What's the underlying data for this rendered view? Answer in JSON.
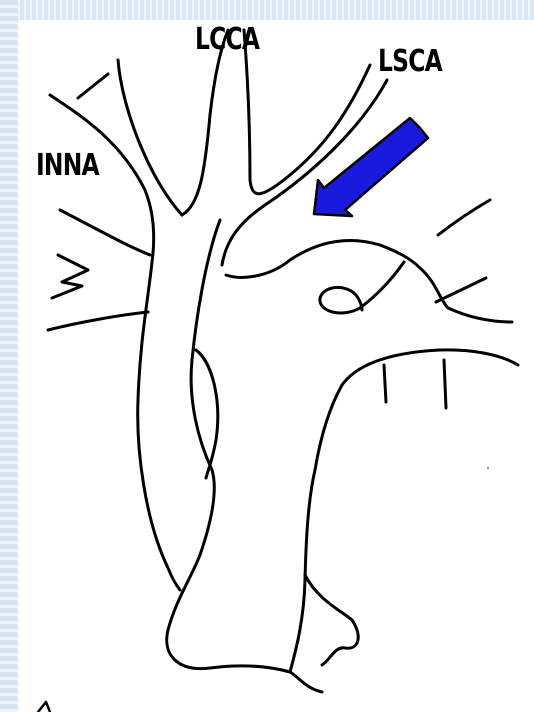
{
  "labels": {
    "lcca": "LCCA",
    "lsca": "LSCA",
    "inna": "INNA"
  },
  "arrow": {
    "icon": "arrow-down-left-icon",
    "fill_color": "#1a1adc",
    "outline_color": "#000000"
  },
  "colors": {
    "frame": "#dbe8f4",
    "line": "#000000",
    "background": "#ffffff"
  }
}
